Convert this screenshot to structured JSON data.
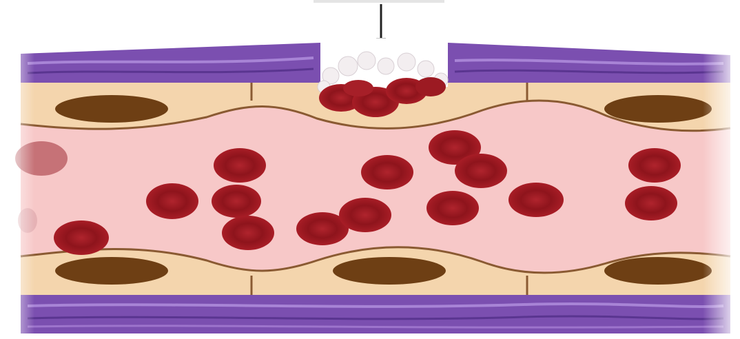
{
  "diagram": {
    "caption": "",
    "colors": {
      "background": "#ffffff",
      "wall": "#7b4fb0",
      "wall_dark": "#5a3590",
      "wall_light": "#a884d6",
      "endothelium": "#f4d5ad",
      "membrane_line": "#8a5a32",
      "nucleus": "#6e3f14",
      "lumen": "#f7c8c8",
      "red_cell": "#9c1a22",
      "red_cell_center": "#c2303a",
      "platelet": "#f3eef0",
      "arrow": "#222222"
    },
    "parts": {
      "arrow": "pointer-arrow",
      "upper_wall": "vessel-wall-upper",
      "lower_wall": "vessel-wall-lower",
      "injury": "injury-site",
      "clot": "platelet-plug",
      "lumen": "vessel-lumen",
      "cells": "red-blood-cells",
      "nuclei": "endothelial-nuclei"
    }
  }
}
